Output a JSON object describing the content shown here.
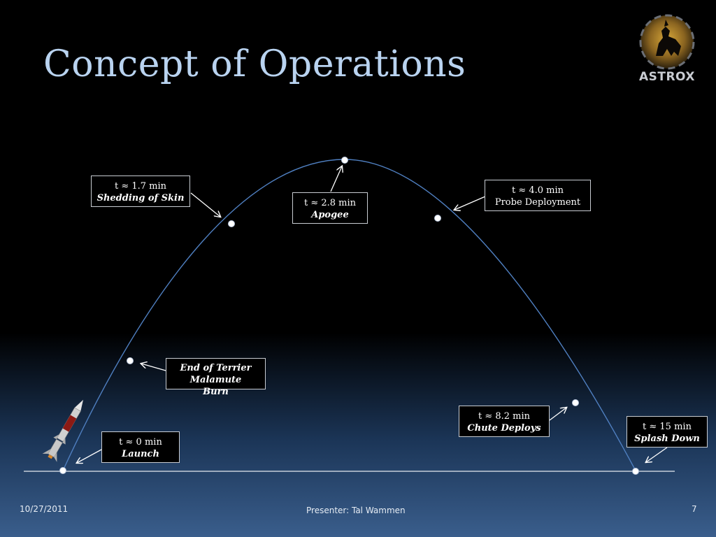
{
  "slide": {
    "title": "Concept of Operations",
    "logo_text": "ASTROX",
    "date": "10/27/2011",
    "presenter": "Presenter: Tal Wammen",
    "page_number": "7"
  },
  "milestones": [
    {
      "id": "launch",
      "time": "t ≈ 0 min",
      "event": "Launch"
    },
    {
      "id": "burn",
      "time": "",
      "event": "End of Terrier Malamute Burn"
    },
    {
      "id": "skin",
      "time": "t ≈ 1.7 min",
      "event": "Shedding of Skin"
    },
    {
      "id": "apogee",
      "time": "t ≈ 2.8 min",
      "event": "Apogee"
    },
    {
      "id": "probe",
      "time": "t ≈ 4.0 min",
      "event": "Probe Deployment"
    },
    {
      "id": "chute",
      "time": "t ≈ 8.2 min",
      "event": "Chute Deploys"
    },
    {
      "id": "splash",
      "time": "t ≈ 15 min",
      "event": "Splash Down"
    }
  ],
  "colors": {
    "title": "#b9d3f0",
    "trajectory": "#4f7fc0",
    "ground": "#e8ecf2",
    "box_border": "#c8ccd2"
  },
  "icons": {
    "rocket": "rocket-icon",
    "logo": "rider-emblem-icon"
  }
}
